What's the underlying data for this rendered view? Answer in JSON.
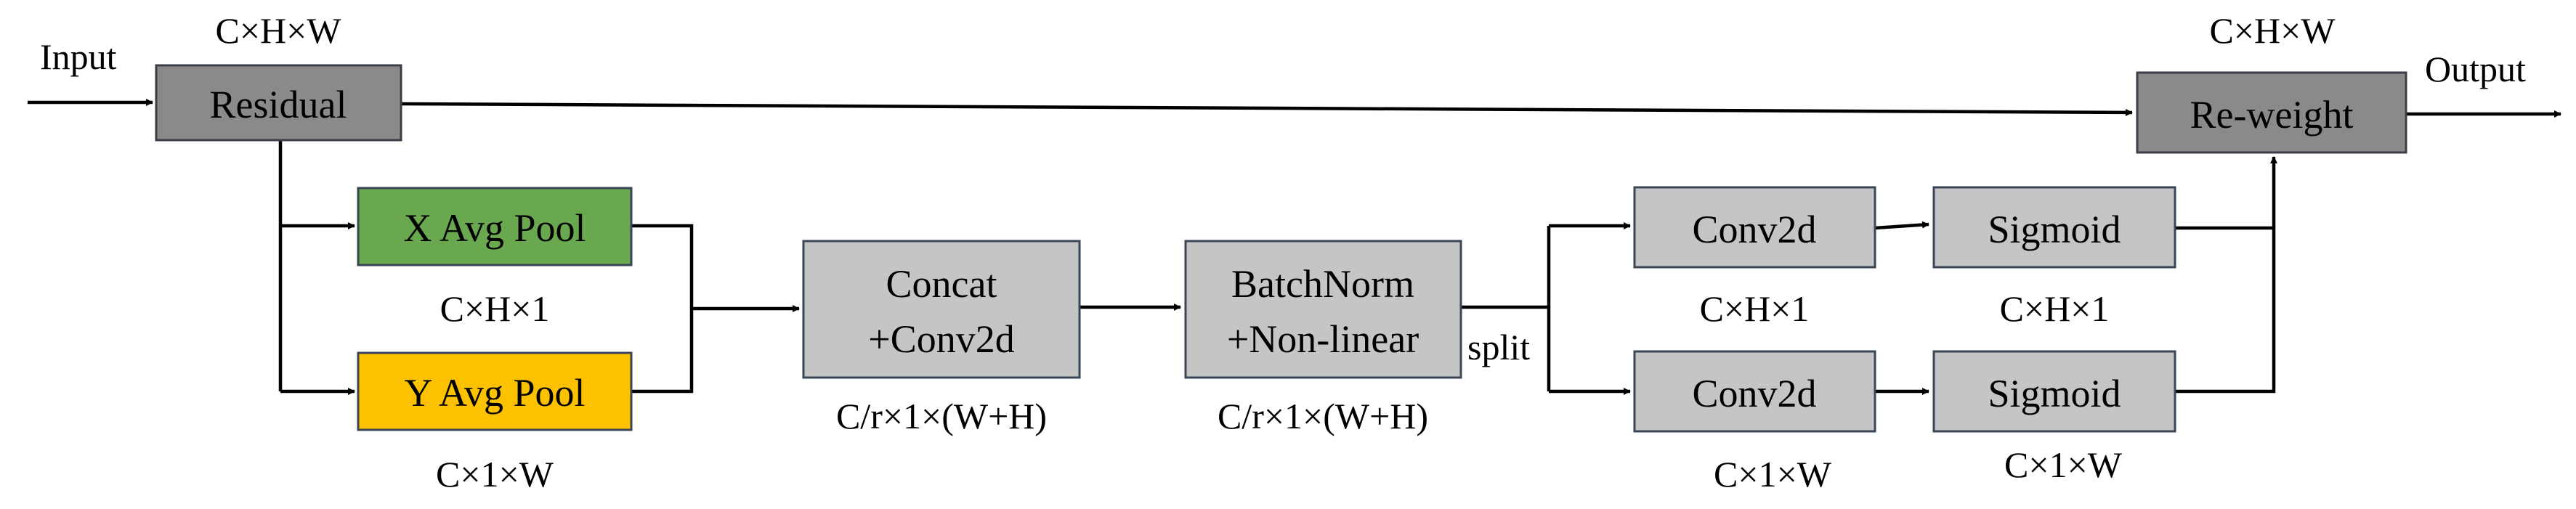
{
  "colors": {
    "background": "#ffffff",
    "dark_box_fill": "#8c8a89",
    "dark_box_stroke": "#3a3e48",
    "light_box_fill": "#c5c5c5",
    "light_box_stroke": "#3a4556",
    "x_pool_fill": "#6aa84f",
    "y_pool_fill": "#fcc200",
    "line": "#000000"
  },
  "input_label": "Input",
  "output_label": "Output",
  "split_label": "split",
  "residual": {
    "label": "Residual",
    "dim": "C×H×W"
  },
  "x_pool": {
    "label": "X Avg Pool",
    "dim": "C×H×1"
  },
  "y_pool": {
    "label": "Y Avg Pool",
    "dim": "C×1×W"
  },
  "concat": {
    "line1": "Concat",
    "line2": "+Conv2d",
    "dim": "C/r×1×(W+H)"
  },
  "batchnorm": {
    "line1": "BatchNorm",
    "line2": "+Non-linear",
    "dim": "C/r×1×(W+H)"
  },
  "conv_top": {
    "label": "Conv2d",
    "dim": "C×H×1"
  },
  "conv_bottom": {
    "label": "Conv2d",
    "dim": "C×1×W"
  },
  "sigmoid_top": {
    "label": "Sigmoid",
    "dim": "C×H×1"
  },
  "sigmoid_bottom": {
    "label": "Sigmoid",
    "dim": "C×1×W"
  },
  "reweight": {
    "label": "Re-weight",
    "dim": "C×H×W"
  }
}
